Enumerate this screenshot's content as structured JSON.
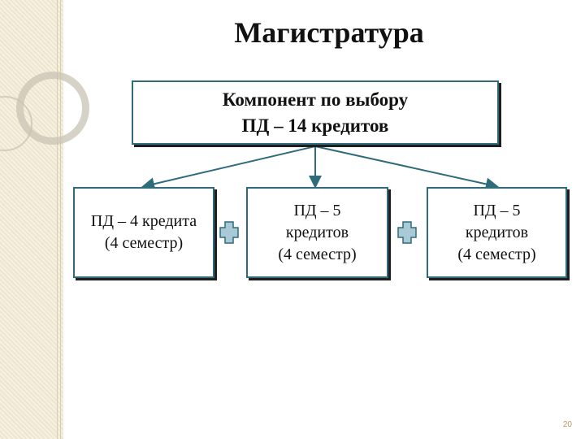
{
  "slide": {
    "title": "Магистратура",
    "page_number": "20"
  },
  "diagram": {
    "root": {
      "lines": [
        "Компонент по выбору",
        "ПД – 14 кредитов"
      ]
    },
    "children": [
      {
        "lines": [
          "ПД – 4 кредита",
          "(4 семестр)"
        ]
      },
      {
        "lines": [
          "ПД – 5",
          "кредитов",
          "(4 семестр)"
        ]
      },
      {
        "lines": [
          "ПД – 5",
          "кредитов",
          "(4 семестр)"
        ]
      }
    ]
  },
  "colors": {
    "connector": "#2f6b7a",
    "plus_fill": "#a9c9d6",
    "plus_stroke": "#2f6b7a",
    "side_band": "#f2ead3"
  },
  "icons": {
    "plus_connector": "plus-icon"
  }
}
